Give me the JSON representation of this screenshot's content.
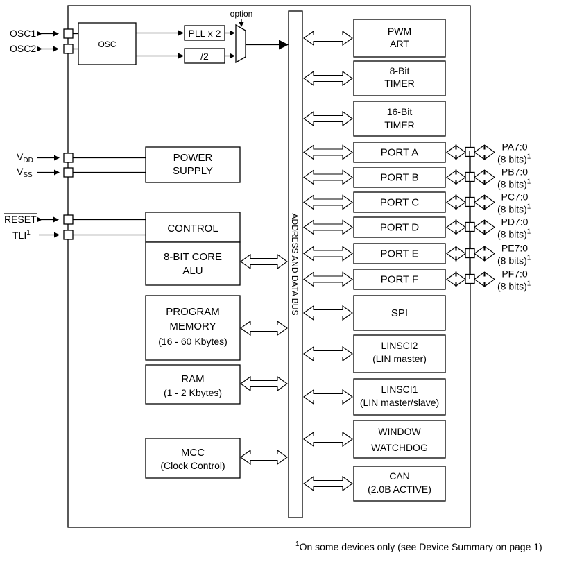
{
  "osc_block": {
    "label": "OSC"
  },
  "pll": {
    "label": "PLL x 2"
  },
  "div2": {
    "label": "/2"
  },
  "mux": {
    "label": "option"
  },
  "bus": {
    "label": "ADDRESS AND DATA BUS"
  },
  "external_pins": {
    "osc1": "OSC1",
    "osc2": "OSC2",
    "vdd_main": "V",
    "vdd_sub": "DD",
    "vss_main": "V",
    "vss_sub": "SS",
    "reset": "RESET",
    "tli": "TLI",
    "tli_sup": "1"
  },
  "left_blocks": {
    "power": [
      "POWER",
      "SUPPLY"
    ],
    "control": [
      "CONTROL"
    ],
    "core": [
      "8-BIT CORE",
      "ALU"
    ],
    "program": [
      "PROGRAM",
      "MEMORY",
      "(16 - 60 Kbytes)"
    ],
    "ram": [
      "RAM",
      "(1 - 2 Kbytes)"
    ],
    "mcc": [
      "MCC",
      "(Clock Control)"
    ]
  },
  "right_blocks": {
    "pwm": [
      "PWM",
      "ART"
    ],
    "timer8": [
      "8-Bit",
      "TIMER"
    ],
    "timer16": [
      "16-Bit",
      "TIMER"
    ],
    "spi": [
      "SPI"
    ],
    "linsci2": [
      "LINSCI2",
      "(LIN master)"
    ],
    "linsci1": [
      "LINSCI1",
      "(LIN master/slave)"
    ],
    "watchdog": [
      "WINDOW",
      "WATCHDOG"
    ],
    "can": [
      "CAN",
      "(2.0B ACTIVE)"
    ]
  },
  "ports": [
    {
      "label": "PORT A",
      "pin": "PA7:0",
      "bits": "(8 bits)",
      "sup": "1"
    },
    {
      "label": "PORT B",
      "pin": "PB7:0",
      "bits": "(8 bits)",
      "sup": "1"
    },
    {
      "label": "PORT C",
      "pin": "PC7:0",
      "bits": "(8 bits)",
      "sup": "1"
    },
    {
      "label": "PORT D",
      "pin": "PD7:0",
      "bits": "(8 bits)",
      "sup": "1"
    },
    {
      "label": "PORT E",
      "pin": "PE7:0",
      "bits": "(8 bits)",
      "sup": "1"
    },
    {
      "label": "PORT F",
      "pin": "PF7:0",
      "bits": "(8 bits)",
      "sup": "1"
    }
  ],
  "footnote": {
    "sup": "1",
    "text": "On some devices only (see Device Summary on page 1)"
  }
}
